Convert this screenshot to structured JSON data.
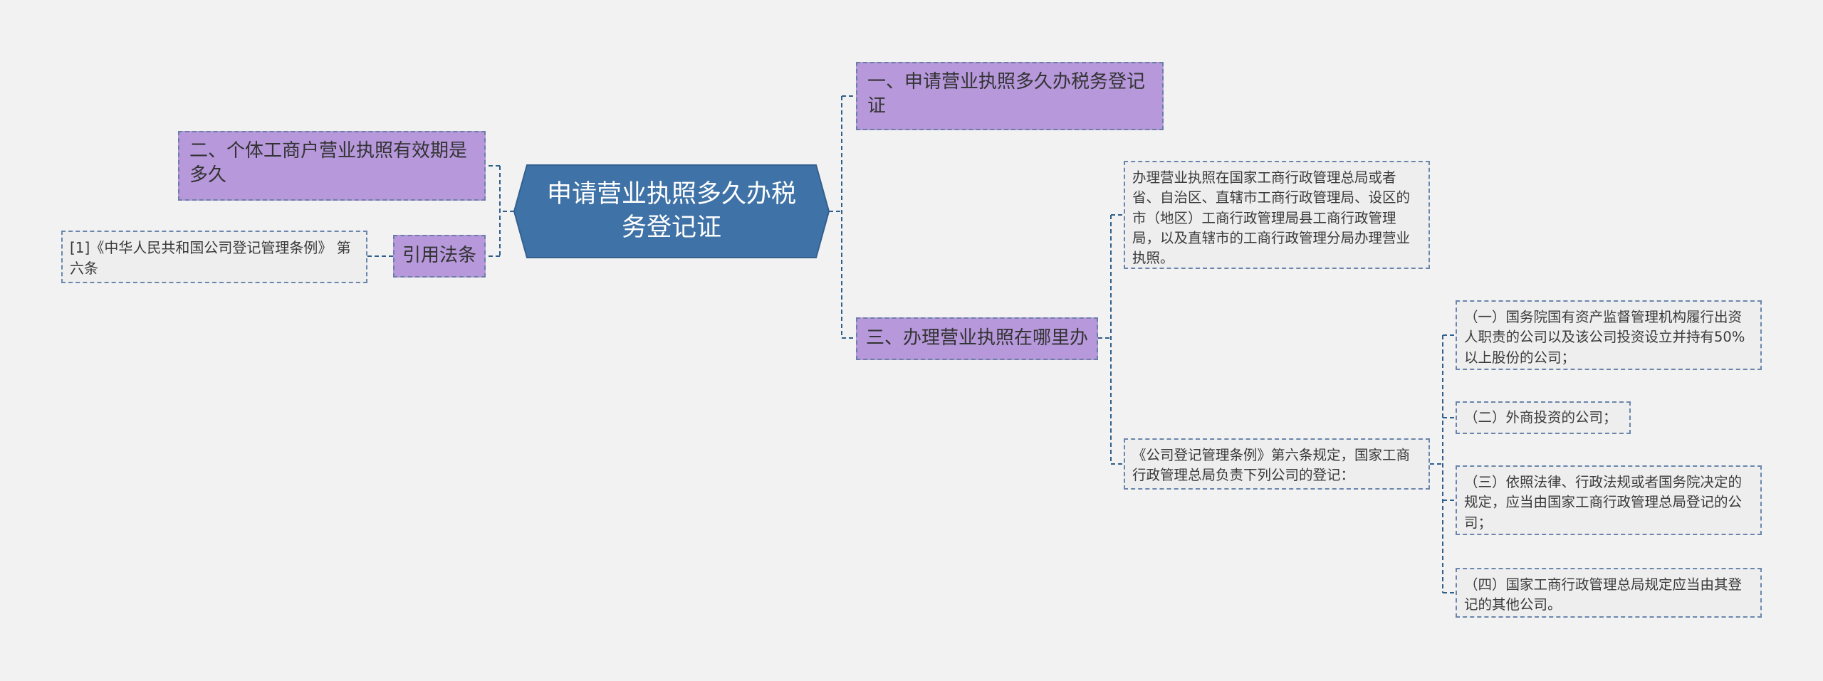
{
  "colors": {
    "background": "#f2f2f2",
    "center_fill": "#3f72a6",
    "branch_fill": "#b698db",
    "leaf_fill": "#eeeeee",
    "connector": "#2f5f8a"
  },
  "center": {
    "label": "申请营业执照多久办税务登记证"
  },
  "left": {
    "validity_topic": "二、个体工商户营业执照有效期是多久",
    "law_topic": "引用法条",
    "law_reference": "[1]《中华人民共和国公司登记管理条例》 第六条"
  },
  "right": {
    "topic1": "一、申请营业执照多久办税务登记证",
    "topic3": "三、办理营业执照在哪里办",
    "where_text": "办理营业执照在国家工商行政管理总局或者省、自治区、直辖市工商行政管理局、设区的市（地区）工商行政管理局县工商行政管理局，以及直辖市的工商行政管理分局办理营业执照。",
    "regulation_text": "《公司登记管理条例》第六条规定，国家工商行政管理总局负责下列公司的登记：",
    "items": [
      "（一）国务院国有资产监督管理机构履行出资人职责的公司以及该公司投资设立并持有50%以上股份的公司；",
      "（二）外商投资的公司；",
      "（三）依照法律、行政法规或者国务院决定的规定，应当由国家工商行政管理总局登记的公司；",
      "（四）国家工商行政管理总局规定应当由其登记的其他公司。"
    ]
  }
}
